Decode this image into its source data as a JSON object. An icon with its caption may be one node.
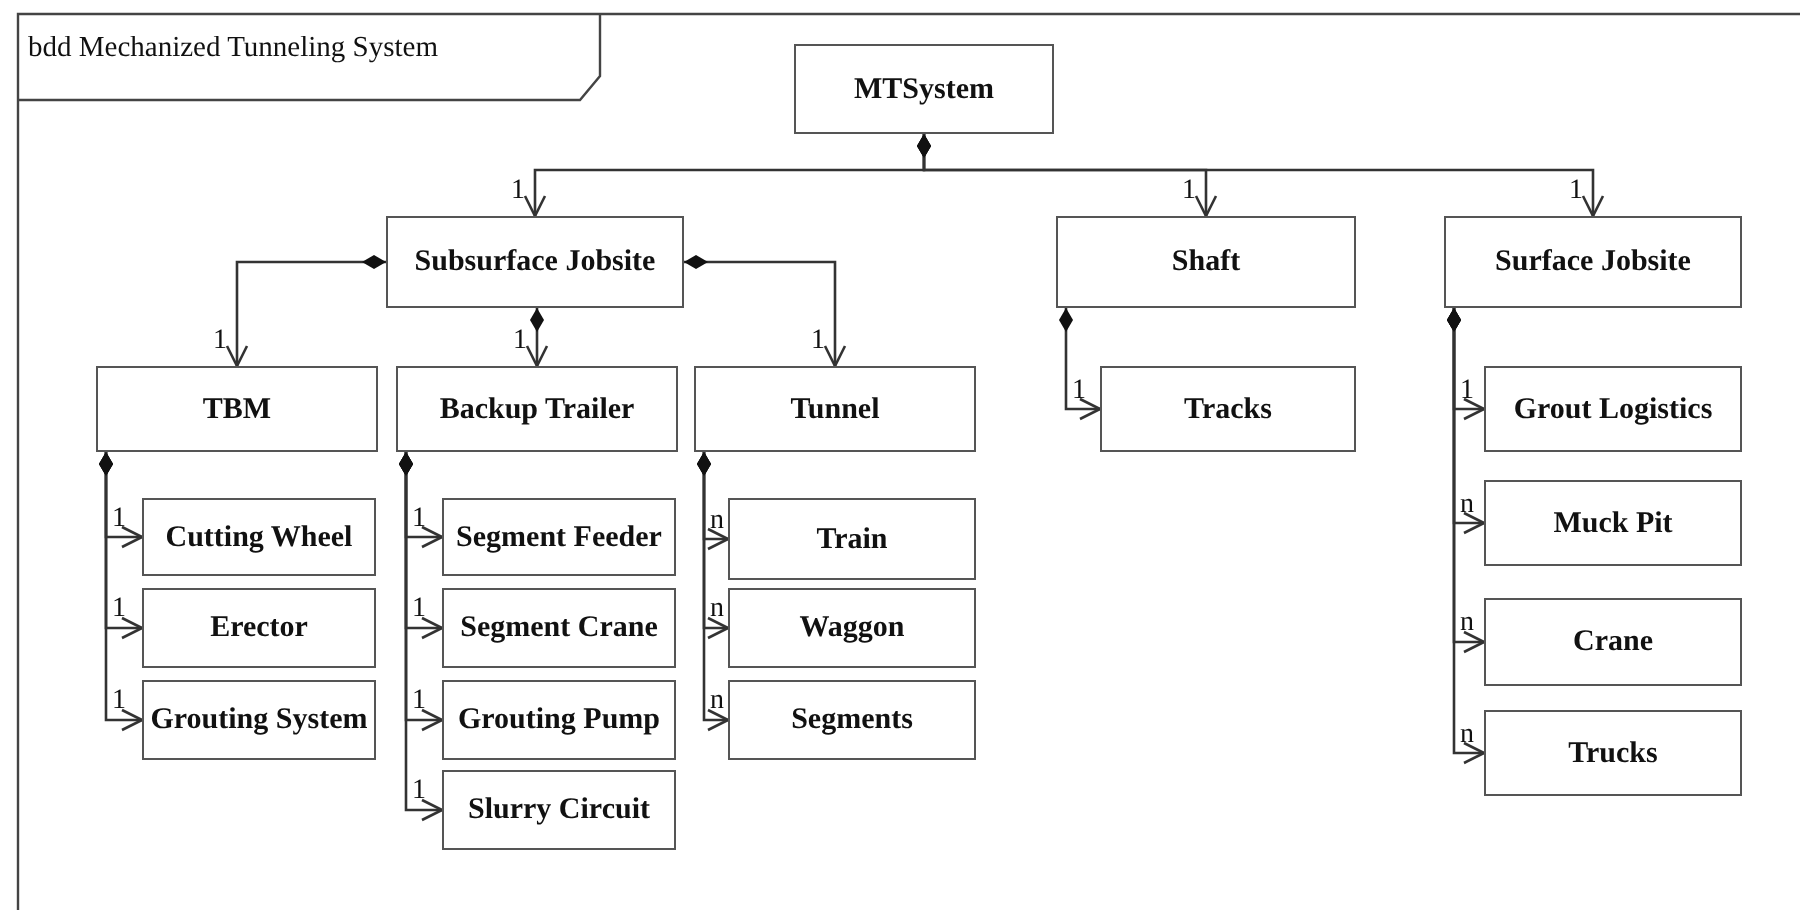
{
  "diagram": {
    "title": "bdd Mechanized Tunneling System",
    "nodes": [
      {
        "text": [
          "MTSystem"
        ]
      },
      {
        "text": [
          "Subsurface Jobsite"
        ]
      },
      {
        "text": [
          "Shaft"
        ]
      },
      {
        "text": [
          "Surface Jobsite"
        ]
      },
      {
        "text": [
          "TBM"
        ]
      },
      {
        "text": [
          "Backup Trailer"
        ]
      },
      {
        "text": [
          "Tunnel"
        ]
      },
      {
        "text": [
          "Tracks"
        ]
      },
      {
        "text": [
          "Cutting Wheel"
        ]
      },
      {
        "text": [
          "Erector"
        ]
      },
      {
        "text": [
          "Grouting System"
        ]
      },
      {
        "text": [
          "Segment Feeder"
        ]
      },
      {
        "text": [
          "Segment Crane"
        ]
      },
      {
        "text": [
          "Grouting Pump"
        ]
      },
      {
        "text": [
          "Slurry Circuit"
        ]
      },
      {
        "text": [
          "Train"
        ]
      },
      {
        "text": [
          "Waggon"
        ]
      },
      {
        "text": [
          "Segments"
        ]
      },
      {
        "text": [
          "Grout Logistics"
        ]
      },
      {
        "text": [
          "Muck Pit"
        ]
      },
      {
        "text": [
          "Crane"
        ]
      },
      {
        "text": [
          "Trucks"
        ]
      }
    ],
    "edges": [
      {
        "from": 0,
        "to": 1,
        "arrow": "to",
        "label": "1"
      },
      {
        "from": 0,
        "to": 2,
        "arrow": "to",
        "label": "1"
      },
      {
        "from": 0,
        "to": 3,
        "arrow": "to",
        "label": "1"
      },
      {
        "from": 1,
        "to": 4,
        "arrow": "to",
        "label": "1"
      },
      {
        "from": 1,
        "to": 5,
        "arrow": "to",
        "label": "1"
      },
      {
        "from": 1,
        "to": 6,
        "arrow": "to",
        "label": "1"
      },
      {
        "from": 2,
        "to": 7,
        "arrow": "to",
        "label": "1"
      },
      {
        "from": 4,
        "to": 8,
        "arrow": "to",
        "label": "1"
      },
      {
        "from": 4,
        "to": 9,
        "arrow": "to",
        "label": "1"
      },
      {
        "from": 4,
        "to": 10,
        "arrow": "to",
        "label": "1"
      },
      {
        "from": 5,
        "to": 11,
        "arrow": "to",
        "label": "1"
      },
      {
        "from": 5,
        "to": 12,
        "arrow": "to",
        "label": "1"
      },
      {
        "from": 5,
        "to": 13,
        "arrow": "to",
        "label": "1"
      },
      {
        "from": 5,
        "to": 14,
        "arrow": "to",
        "label": "1"
      },
      {
        "from": 6,
        "to": 15,
        "arrow": "to",
        "label": "n"
      },
      {
        "from": 6,
        "to": 16,
        "arrow": "to",
        "label": "n"
      },
      {
        "from": 6,
        "to": 17,
        "arrow": "to",
        "label": "n"
      },
      {
        "from": 3,
        "to": 18,
        "arrow": "to",
        "label": "1"
      },
      {
        "from": 3,
        "to": 19,
        "arrow": "to",
        "label": "n"
      },
      {
        "from": 3,
        "to": 20,
        "arrow": "to",
        "label": "n"
      },
      {
        "from": 3,
        "to": 21,
        "arrow": "to",
        "label": "n"
      }
    ]
  }
}
